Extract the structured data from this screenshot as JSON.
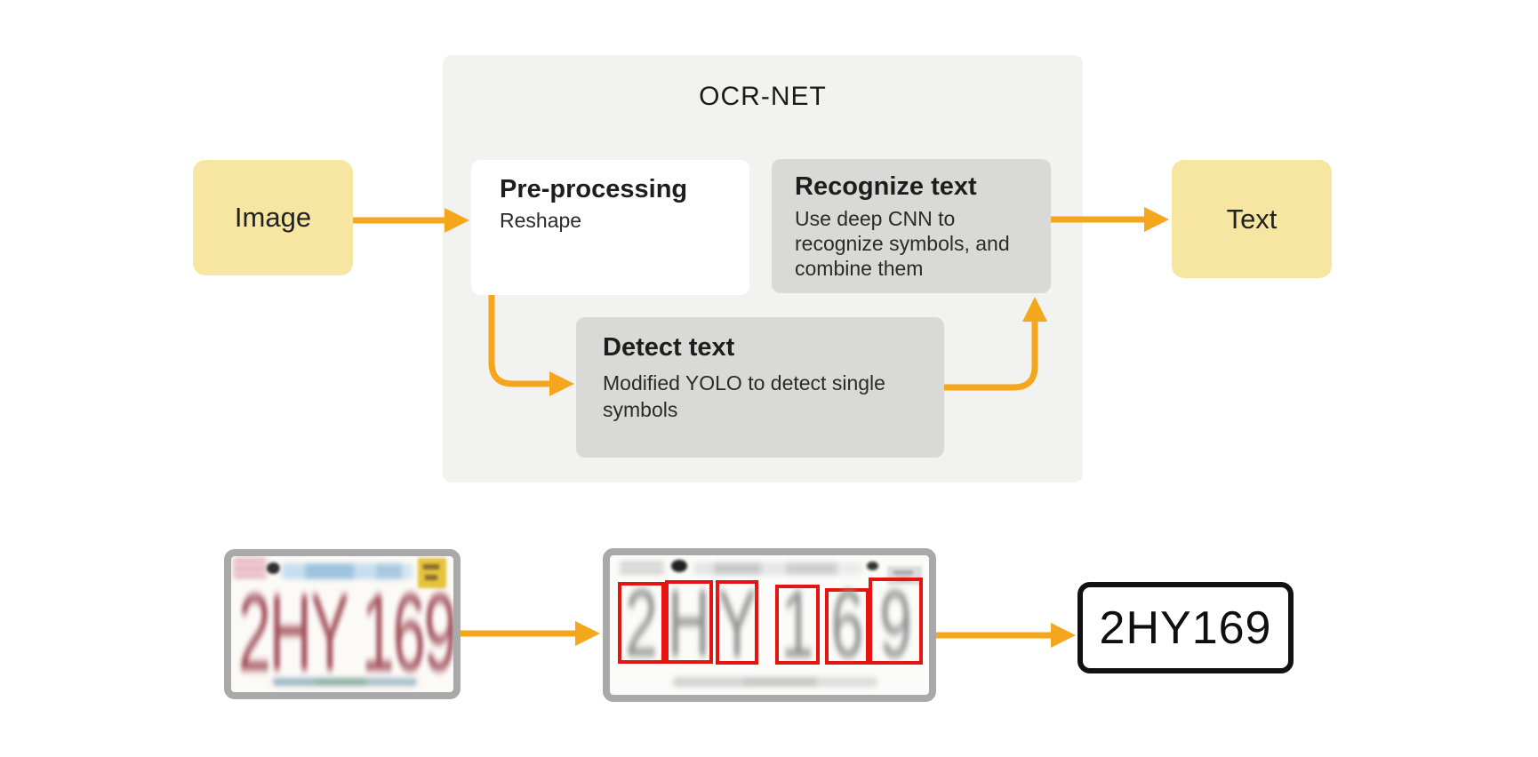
{
  "diagram": {
    "title": "OCR-NET",
    "input": {
      "label": "Image"
    },
    "output": {
      "label": "Text"
    },
    "steps": {
      "preprocessing": {
        "title": "Pre-processing",
        "subtitle": "Reshape"
      },
      "detect": {
        "title": "Detect text",
        "description": "Modified YOLO to detect single symbols"
      },
      "recognize": {
        "title": "Recognize text",
        "description": "Use deep CNN to recognize symbols, and combine them"
      }
    }
  },
  "example": {
    "input_plate_text": "2HY 169",
    "detected_characters": [
      "2",
      "H",
      "Y",
      "1",
      "6",
      "9"
    ],
    "recognized_text": "2HY169"
  },
  "colors": {
    "accent_yellow": "#F7E5A2",
    "arrow_orange": "#F4A71D",
    "card_gray": "#D9D9D8",
    "container_gray": "#F2F2F0",
    "detection_box_red": "#E71310",
    "plate_text_red": "#A04C58",
    "plate_border_gray": "#A9A9A9",
    "result_border_black": "#111111"
  }
}
